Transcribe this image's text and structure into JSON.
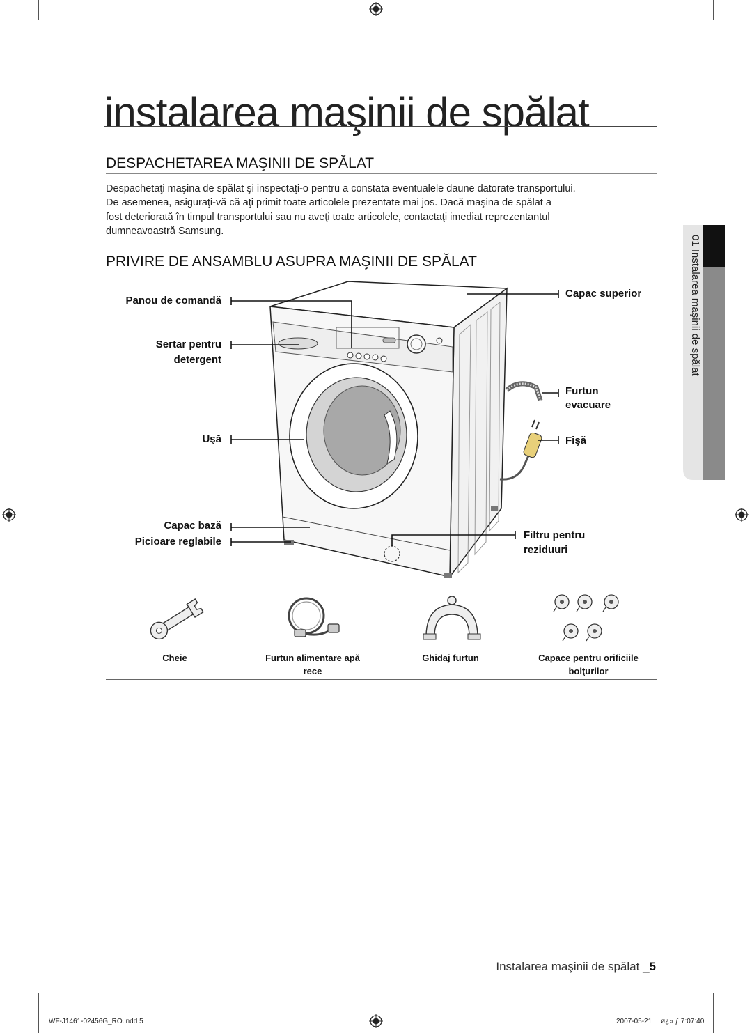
{
  "page": {
    "title": "instalarea maşinii de spălat"
  },
  "unpacking": {
    "heading": "DESPACHETAREA MAŞINII DE SPĂLAT",
    "lines": [
      "Despachetaţi maşina de spălat şi inspectaţi-o pentru a constata eventualele daune datorate transportului.",
      "De asemenea, asiguraţi-vă că aţi primit toate articolele prezentate mai jos. Dacă maşina de spălat a",
      "fost deteriorată în timpul transportului sau nu aveţi toate articolele, contactaţi imediat reprezentantul",
      "dumneavoastră Samsung."
    ]
  },
  "overview": {
    "heading": "PRIVIRE DE ANSAMBLU ASUPRA MAŞINII DE SPĂLAT",
    "labels_left": {
      "control_panel": "Panou de comandă",
      "detergent_line1": "Sertar pentru",
      "detergent_line2": "detergent",
      "door": "Uşă",
      "base_cover": "Capac bază",
      "feet": "Picioare reglabile"
    },
    "labels_right": {
      "top_cover": "Capac superior",
      "drain_line1": "Furtun",
      "drain_line2": "evacuare",
      "plug": "Fişă",
      "filter_line1": "Filtru pentru",
      "filter_line2": "reziduuri"
    }
  },
  "accessories": [
    {
      "line1": "Cheie",
      "line2": "",
      "icon": "wrench-icon"
    },
    {
      "line1": "Furtun alimentare apă",
      "line2": "rece",
      "icon": "water-hose-icon"
    },
    {
      "line1": "Ghidaj furtun",
      "line2": "",
      "icon": "hose-guide-icon"
    },
    {
      "line1": "Capace pentru orificiile",
      "line2": "bolţurilor",
      "icon": "bolt-cap-icon"
    }
  ],
  "sidebar": {
    "tab_text": "01 Instalarea maşinii de spălat"
  },
  "footer": {
    "text": "Instalarea maşinii de spălat _",
    "page_number": "5"
  },
  "slug": {
    "file": "WF-J1461-02456G_RO.indd   5",
    "date": "2007-05-21",
    "time": "ø¿» ƒ 7:07:40"
  }
}
